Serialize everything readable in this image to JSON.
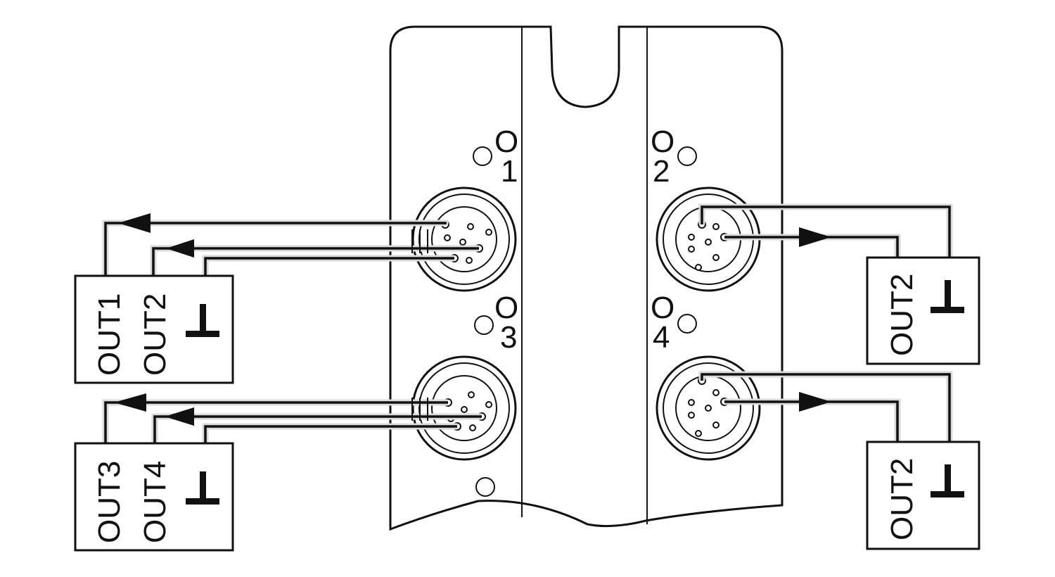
{
  "ports": [
    {
      "number": "1"
    },
    {
      "number": "2"
    },
    {
      "number": "3"
    },
    {
      "number": "4"
    }
  ],
  "port_marker_glyph": "O",
  "devices": {
    "top_left": {
      "out_a": "OUT1",
      "out_b": "OUT2"
    },
    "bottom_left": {
      "out_a": "OUT3",
      "out_b": "OUT4"
    },
    "top_right": {
      "out_a": "OUT2"
    },
    "bottom_right": {
      "out_a": "OUT2"
    }
  },
  "colors": {
    "line": "#111111",
    "background": "#ffffff"
  }
}
